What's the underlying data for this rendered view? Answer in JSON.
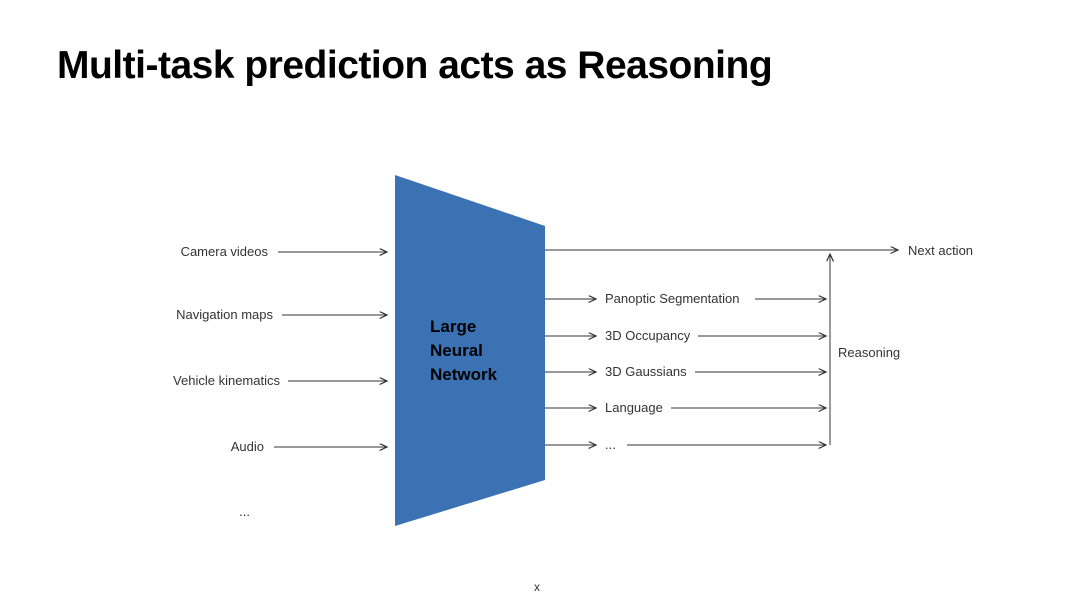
{
  "slide": {
    "title": "Multi-task prediction acts as Reasoning",
    "footer": "x"
  },
  "diagram": {
    "network_color": "#3A72B4",
    "line_color": "#333333",
    "network_label_lines": [
      "Large",
      "Neural",
      "Network"
    ],
    "inputs": [
      "Camera videos",
      "Navigation maps",
      "Vehicle kinematics",
      "Audio",
      "..."
    ],
    "outputs": [
      "Panoptic Segmentation",
      "3D Occupancy",
      "3D Gaussians",
      "Language",
      "..."
    ],
    "next_action_label": "Next action",
    "reasoning_label": "Reasoning"
  }
}
